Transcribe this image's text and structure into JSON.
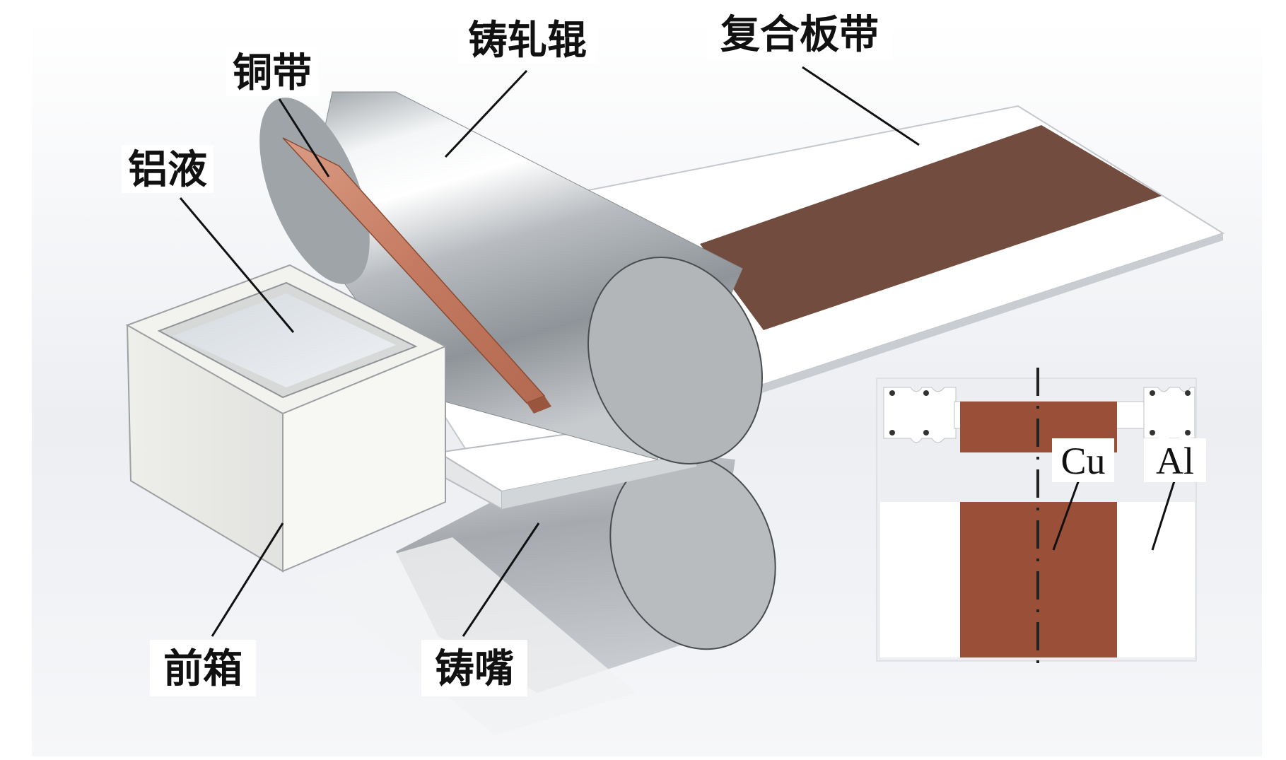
{
  "labels": {
    "copper_strip": "铜带",
    "casting_roll": "铸轧辊",
    "clad_strip": "复合板带",
    "aluminum_melt": "铝液",
    "front_box": "前箱",
    "casting_nozzle": "铸嘴"
  },
  "inset": {
    "cu": "Cu",
    "al": "Al"
  },
  "colors": {
    "copper": "#7a4c3f",
    "copper_inset": "#9a5038",
    "copper_foil": "#c9836a",
    "steel": "#a9aeb3",
    "aluminum": "#ffffff"
  }
}
